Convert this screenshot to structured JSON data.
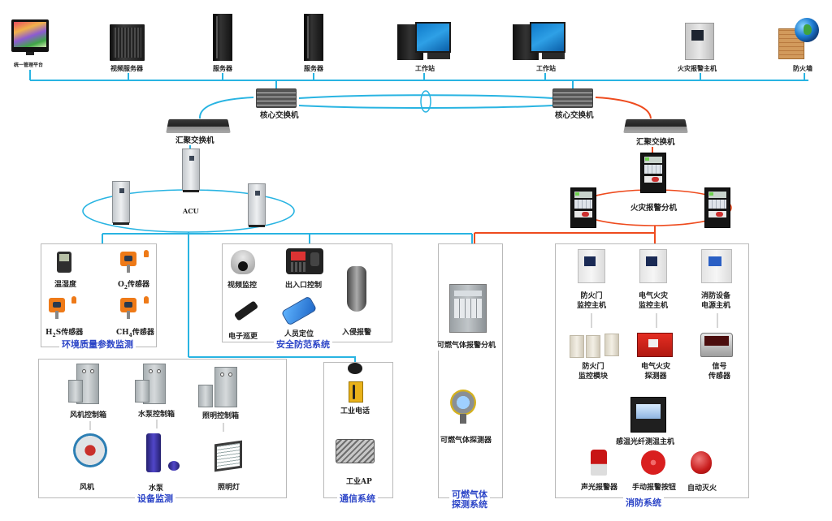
{
  "diagram": {
    "type": "network-topology",
    "colors": {
      "network_line": "#29b4e2",
      "fire_line": "#ee4b1e",
      "panel_border": "#b9b9b9",
      "section_title": "#2b44c7"
    },
    "top_layer": {
      "devices": [
        {
          "id": "mgmt",
          "label": "统一管理平台",
          "icon": "monitor-icon"
        },
        {
          "id": "video-server",
          "label": "视频服务器",
          "icon": "rack-server-icon"
        },
        {
          "id": "server1",
          "label": "服务器",
          "icon": "tower-server-icon"
        },
        {
          "id": "server2",
          "label": "服务器",
          "icon": "tower-server-icon"
        },
        {
          "id": "ws1",
          "label": "工作站",
          "icon": "workstation-icon"
        },
        {
          "id": "ws2",
          "label": "工作站",
          "icon": "workstation-icon"
        },
        {
          "id": "fire-host",
          "label": "火灾报警主机",
          "icon": "fire-alarm-host-icon"
        },
        {
          "id": "firewall",
          "label": "防火墙",
          "icon": "firewall-icon"
        }
      ]
    },
    "core": {
      "left": {
        "label": "核心交换机"
      },
      "right": {
        "label": "核心交换机"
      }
    },
    "aggregation": {
      "left": {
        "label": "汇聚交换机"
      },
      "right": {
        "label": "汇聚交换机"
      }
    },
    "rings": {
      "acu": {
        "label": "ACU"
      },
      "fire": {
        "label": "火灾报警分机"
      }
    },
    "sections": {
      "env": {
        "title": "环境质量参数监测",
        "items": [
          {
            "label": "温湿度"
          },
          {
            "label_main": "O",
            "label_sub": "2",
            "label_tail": "传感器"
          },
          {
            "label_main": "H",
            "label_sub": "2",
            "label_tail": "S传感器"
          },
          {
            "label_main": "CH",
            "label_sub": "4",
            "label_tail": "传感器"
          }
        ]
      },
      "security": {
        "title": "安全防范系统",
        "items": [
          {
            "label": "视频监控"
          },
          {
            "label": "出入口控制"
          },
          {
            "label": "入侵报警"
          },
          {
            "label": "电子巡更"
          },
          {
            "label": "人员定位"
          }
        ]
      },
      "equipment": {
        "title": "设备监测",
        "items": [
          {
            "label": "风机控制箱"
          },
          {
            "label": "水泵控制箱"
          },
          {
            "label": "照明控制箱"
          },
          {
            "label": "风机"
          },
          {
            "label": "水泵"
          },
          {
            "label": "照明灯"
          }
        ]
      },
      "comms": {
        "title": "通信系统",
        "items": [
          {
            "label": "工业电话"
          },
          {
            "label": "工业AP"
          }
        ]
      },
      "gas": {
        "title_line1": "可燃气体",
        "title_line2": "探测系统",
        "items": [
          {
            "label": "可燃气体报警分机"
          },
          {
            "label": "可燃气体探测器"
          }
        ]
      },
      "fire": {
        "title": "消防系统",
        "items": [
          {
            "line1": "防火门",
            "line2": "监控主机"
          },
          {
            "line1": "电气火灾",
            "line2": "监控主机"
          },
          {
            "line1": "消防设备",
            "line2": "电源主机"
          },
          {
            "line1": "防火门",
            "line2": "监控模块"
          },
          {
            "line1": "电气火灾",
            "line2": "探测器"
          },
          {
            "line1": "信号",
            "line2": "传感器"
          },
          {
            "label": "感温光纤测温主机"
          },
          {
            "label": "声光报警器"
          },
          {
            "label": "手动报警按钮"
          },
          {
            "label": "自动灭火"
          }
        ]
      }
    }
  }
}
